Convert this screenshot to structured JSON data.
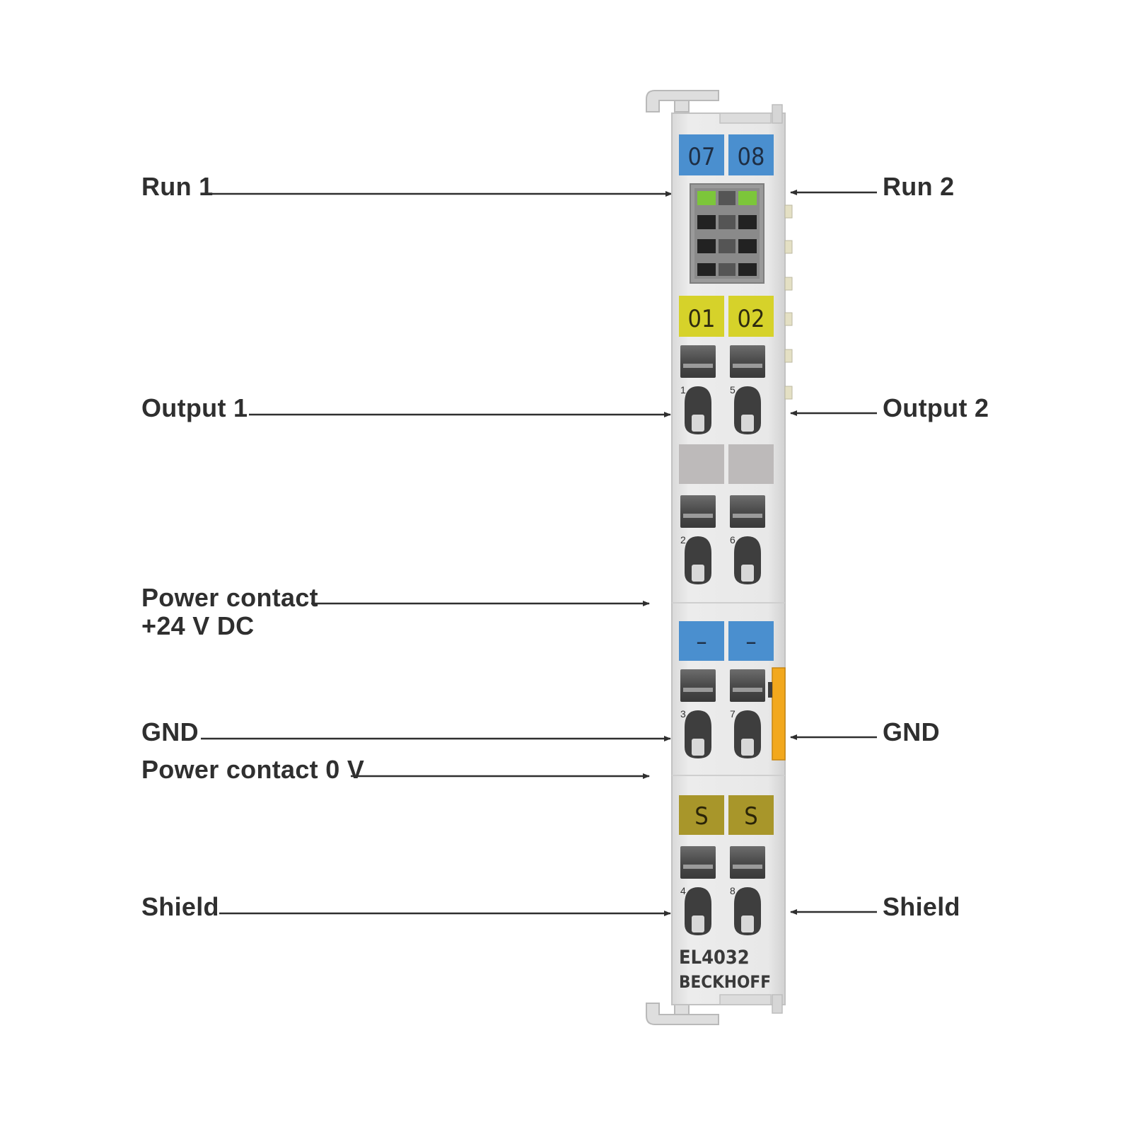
{
  "module": {
    "model": "EL4032",
    "brand": "BECKHOFF",
    "top_tags": [
      "07",
      "08"
    ],
    "channel_tags": [
      "01",
      "02"
    ],
    "power_tags": [
      "–",
      "–"
    ],
    "shield_tags": [
      "S",
      "S"
    ],
    "terminal_numbers": [
      "1",
      "5",
      "2",
      "6",
      "3",
      "7",
      "4",
      "8"
    ],
    "colors": {
      "housing": "#e6e6e6",
      "blue_tag": "#4a8fcf",
      "yellow_tag": "#d6d22a",
      "shield_tag": "#a8962a",
      "gray_tag": "#bdbaba",
      "led_green": "#7cc63a",
      "power_bar": "#f2a81d",
      "text": "#2f2f2f"
    }
  },
  "labels": {
    "run1": "Run 1",
    "run2": "Run 2",
    "output1": "Output 1",
    "output2": "Output 2",
    "power_plus_line1": "Power contact",
    "power_plus_line2": "+24 V DC",
    "gnd_left": "GND",
    "gnd_right": "GND",
    "power_zero": "Power contact 0 V",
    "shield_left": "Shield",
    "shield_right": "Shield"
  }
}
